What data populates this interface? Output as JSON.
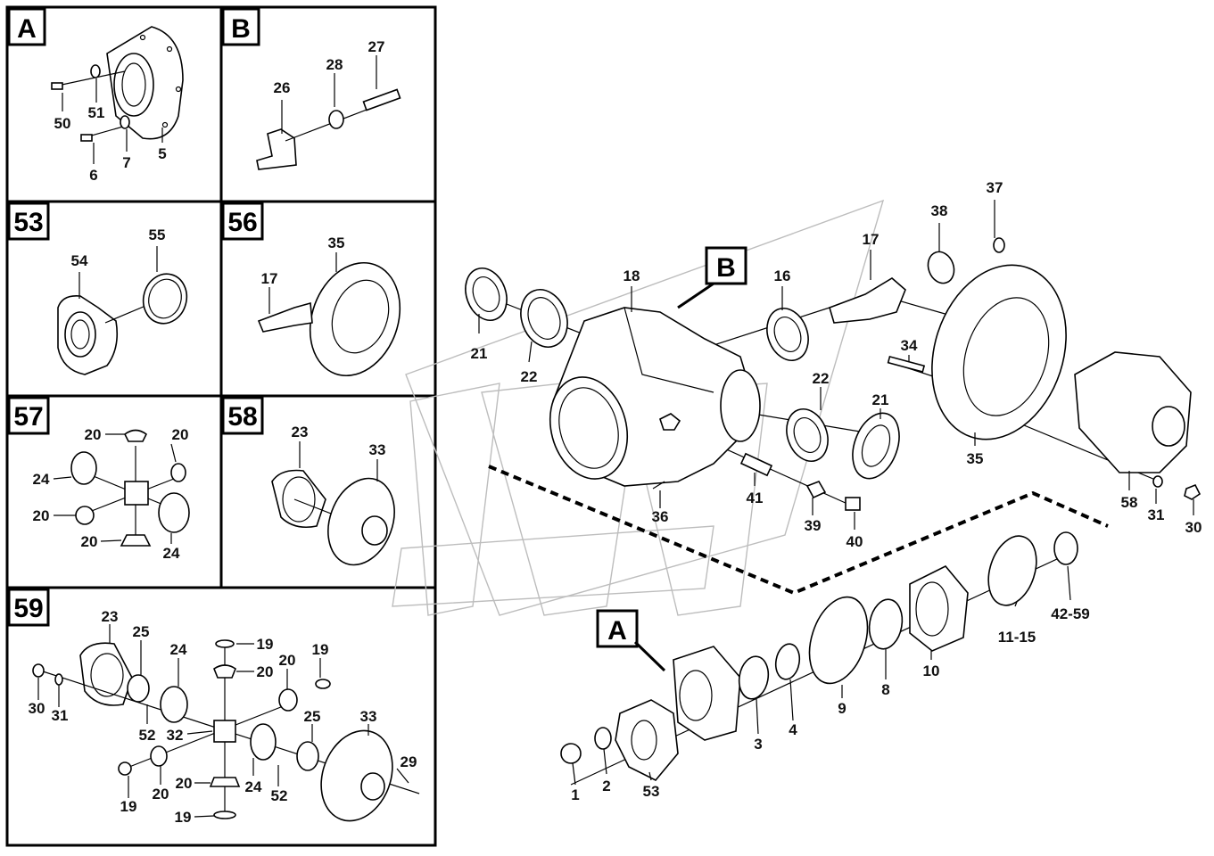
{
  "diagram": {
    "type": "exploded parts diagram",
    "main_callouts": {
      "A": "A",
      "B": "B"
    },
    "panels": [
      {
        "id": "A",
        "title": "A",
        "labels": [
          "50",
          "51",
          "5",
          "6",
          "7"
        ]
      },
      {
        "id": "B",
        "title": "B",
        "labels": [
          "26",
          "28",
          "27"
        ]
      },
      {
        "id": "53",
        "title": "53",
        "labels": [
          "54",
          "55"
        ]
      },
      {
        "id": "56",
        "title": "56",
        "labels": [
          "17",
          "35"
        ]
      },
      {
        "id": "57",
        "title": "57",
        "labels": [
          "20",
          "20",
          "24",
          "20",
          "20",
          "24"
        ]
      },
      {
        "id": "58",
        "title": "58",
        "labels": [
          "23",
          "33"
        ]
      },
      {
        "id": "59",
        "title": "59",
        "labels": [
          "23",
          "25",
          "24",
          "19",
          "20",
          "20",
          "19",
          "30",
          "31",
          "52",
          "32",
          "25",
          "33",
          "29",
          "20",
          "20",
          "24",
          "52",
          "19",
          "19"
        ]
      }
    ],
    "main_labels": [
      "37",
      "38",
      "17",
      "18",
      "16",
      "21",
      "22",
      "34",
      "22",
      "21",
      "35",
      "58",
      "31",
      "30",
      "36",
      "41",
      "39",
      "40",
      "42-59",
      "11-15",
      "10",
      "8",
      "9",
      "4",
      "3",
      "1",
      "2",
      "53"
    ]
  }
}
